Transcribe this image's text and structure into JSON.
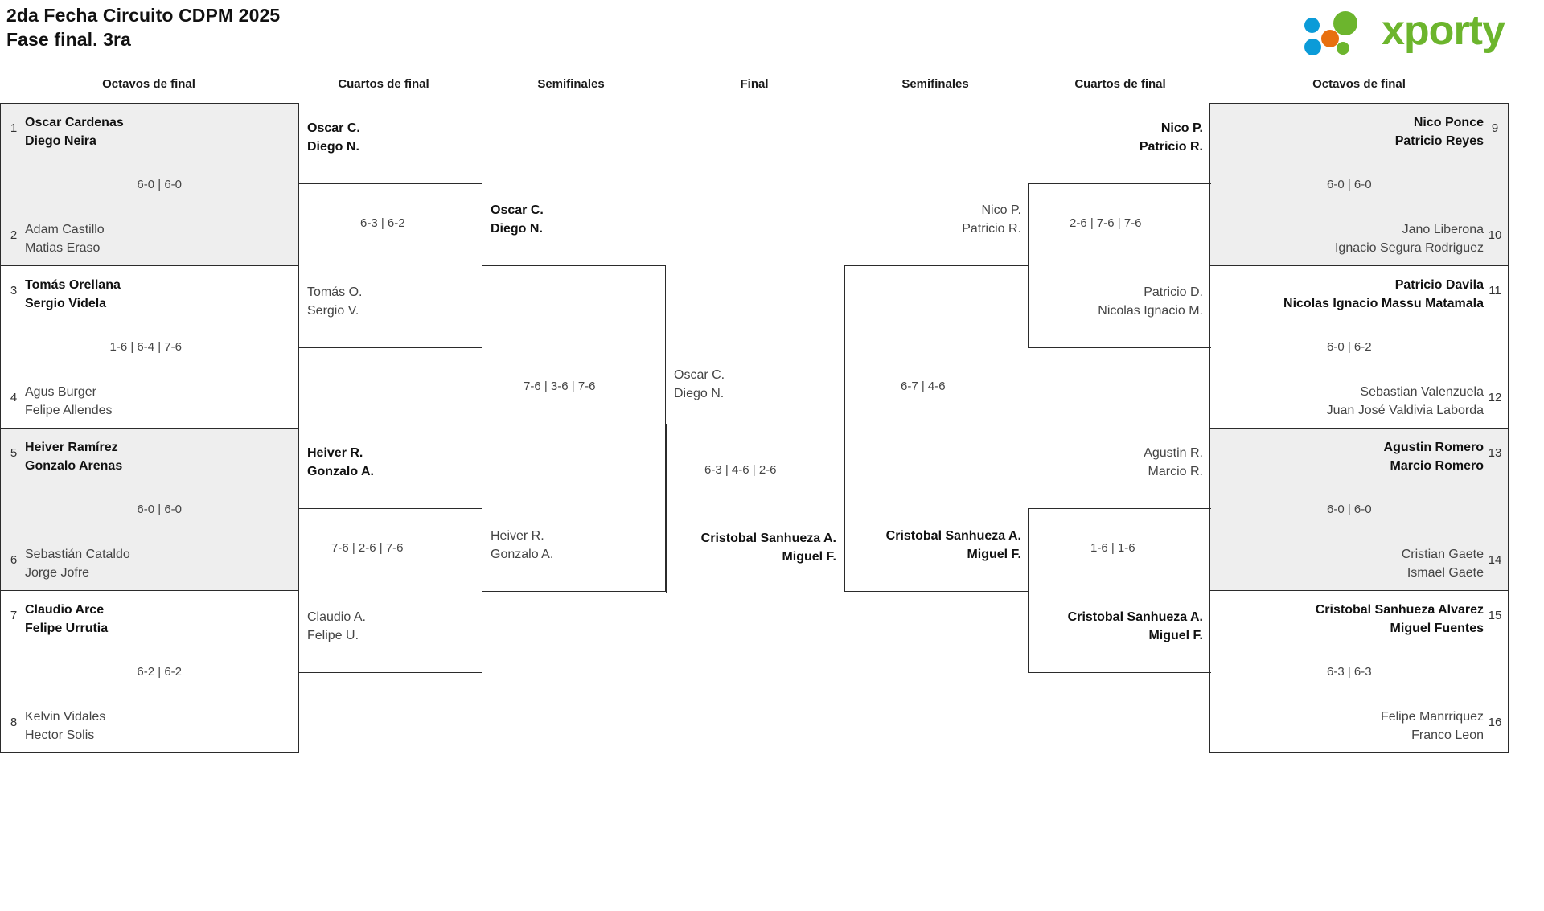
{
  "header": {
    "title_line1": "2da Fecha Circuito CDPM 2025",
    "title_line2": "Fase final. 3ra",
    "logo_text": "xporty",
    "logo_colors": {
      "green": "#6cb52d",
      "blue": "#0b9bd8",
      "orange": "#e8700f"
    }
  },
  "round_labels": {
    "left_r16": "Octavos de final",
    "left_qf": "Cuartos de final",
    "left_sf": "Semifinales",
    "final": "Final",
    "right_sf": "Semifinales",
    "right_qf": "Cuartos de final",
    "right_r16": "Octavos de final"
  },
  "bracket": {
    "left_r16": [
      {
        "seed_top": "1",
        "top_p1": "Oscar Cardenas",
        "top_p2": "Diego Neira",
        "top_win": true,
        "seed_bottom": "2",
        "bot_p1": "Adam Castillo",
        "bot_p2": "Matias Eraso",
        "bot_win": false,
        "score": "6-0 | 6-0",
        "shaded": true
      },
      {
        "seed_top": "3",
        "top_p1": "Tomás Orellana",
        "top_p2": "Sergio Videla",
        "top_win": true,
        "seed_bottom": "4",
        "bot_p1": "Agus Burger",
        "bot_p2": "Felipe Allendes",
        "bot_win": false,
        "score": "1-6 | 6-4 | 7-6",
        "shaded": false
      },
      {
        "seed_top": "5",
        "top_p1": "Heiver Ramírez",
        "top_p2": "Gonzalo Arenas",
        "top_win": true,
        "seed_bottom": "6",
        "bot_p1": "Sebastián Cataldo",
        "bot_p2": "Jorge Jofre",
        "bot_win": false,
        "score": "6-0 | 6-0",
        "shaded": true
      },
      {
        "seed_top": "7",
        "top_p1": "Claudio Arce",
        "top_p2": "Felipe Urrutia",
        "top_win": true,
        "seed_bottom": "8",
        "bot_p1": "Kelvin Vidales",
        "bot_p2": "Hector Solis",
        "bot_win": false,
        "score": "6-2 | 6-2",
        "shaded": false
      }
    ],
    "right_r16": [
      {
        "seed_top": "9",
        "top_p1": "Nico Ponce",
        "top_p2": "Patricio Reyes",
        "top_win": true,
        "seed_bottom": "10",
        "bot_p1": "Jano Liberona",
        "bot_p2": "Ignacio Segura Rodriguez",
        "bot_win": false,
        "score": "6-0 | 6-0",
        "shaded": true
      },
      {
        "seed_top": "11",
        "top_p1": "Patricio Davila",
        "top_p2": "Nicolas Ignacio Massu Matamala",
        "top_win": true,
        "seed_bottom": "12",
        "bot_p1": "Sebastian Valenzuela",
        "bot_p2": "Juan José Valdivia Laborda",
        "bot_win": false,
        "score": "6-0 | 6-2",
        "shaded": false
      },
      {
        "seed_top": "13",
        "top_p1": "Agustin Romero",
        "top_p2": "Marcio Romero",
        "top_win": true,
        "seed_bottom": "14",
        "bot_p1": "Cristian Gaete",
        "bot_p2": "Ismael Gaete",
        "bot_win": false,
        "score": "6-0 | 6-0",
        "shaded": true
      },
      {
        "seed_top": "15",
        "top_p1": "Cristobal Sanhueza Alvarez",
        "top_p2": "Miguel Fuentes",
        "top_win": true,
        "seed_bottom": "16",
        "bot_p1": "Felipe Manrriquez",
        "bot_p2": "Franco Leon",
        "bot_win": false,
        "score": "6-3 | 6-3",
        "shaded": false
      }
    ],
    "left_qf": [
      {
        "top_p1": "Oscar C.",
        "top_p2": "Diego N.",
        "top_win": true,
        "bot_p1": "Tomás O.",
        "bot_p2": "Sergio V.",
        "bot_win": false,
        "score": "6-3 | 6-2"
      },
      {
        "top_p1": "Heiver R.",
        "top_p2": "Gonzalo A.",
        "top_win": true,
        "bot_p1": "Claudio A.",
        "bot_p2": "Felipe U.",
        "bot_win": false,
        "score": "7-6 | 2-6 | 7-6"
      }
    ],
    "right_qf": [
      {
        "top_p1": "Nico P.",
        "top_p2": "Patricio R.",
        "top_win": true,
        "bot_p1": "Patricio D.",
        "bot_p2": "Nicolas Ignacio M.",
        "bot_win": false,
        "score": "2-6 | 7-6 | 7-6"
      },
      {
        "top_p1": "Agustin R.",
        "top_p2": "Marcio R.",
        "top_win": false,
        "bot_p1": "Cristobal Sanhueza A.",
        "bot_p2": "Miguel F.",
        "bot_win": true,
        "score": "1-6 | 1-6"
      }
    ],
    "left_sf": [
      {
        "top_p1": "Oscar C.",
        "top_p2": "Diego N.",
        "top_win": true,
        "bot_p1": "Heiver R.",
        "bot_p2": "Gonzalo A.",
        "bot_win": false,
        "score": "7-6 | 3-6 | 7-6"
      }
    ],
    "right_sf": [
      {
        "top_p1": "Nico P.",
        "top_p2": "Patricio R.",
        "top_win": false,
        "bot_p1": "Cristobal Sanhueza A.",
        "bot_p2": "Miguel F.",
        "bot_win": true,
        "score": "6-7 | 4-6"
      }
    ],
    "final": {
      "top_p1": "Oscar C.",
      "top_p2": "Diego N.",
      "top_win": false,
      "bot_p1": "Cristobal Sanhueza A.",
      "bot_p2": "Miguel F.",
      "bot_win": true,
      "score": "6-3 | 4-6 | 2-6"
    }
  }
}
